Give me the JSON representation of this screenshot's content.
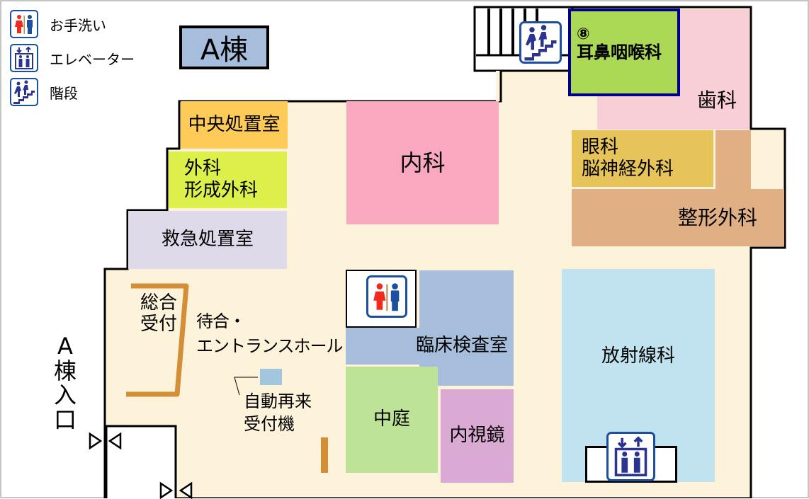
{
  "legend": {
    "items": [
      {
        "icon": "restroom-icon",
        "label": "お手洗い"
      },
      {
        "icon": "elevator-icon",
        "label": "エレベーター"
      },
      {
        "icon": "stairs-icon",
        "label": "階段"
      }
    ]
  },
  "building_label": "A棟",
  "entrance_label": "A\n棟\n入\n口",
  "rooms": {
    "ent": {
      "number": "⑧",
      "name": "耳鼻咽喉科",
      "color": "#acd955",
      "highlight_border": "#00008b"
    },
    "dental": {
      "name": "歯科",
      "color": "#f8cfd6"
    },
    "ophthalmology": {
      "name": "眼科\n脳神経外科",
      "color": "#e6c45a"
    },
    "orthopedics": {
      "name": "整形外科",
      "color": "#e0af84"
    },
    "central_treatment": {
      "name": "中央処置室",
      "color": "#fecb58"
    },
    "surgery": {
      "name": "外科\n形成外科",
      "color": "#dcef4a"
    },
    "emergency": {
      "name": "救急処置室",
      "color": "#dedaea"
    },
    "internal_medicine": {
      "name": "内科",
      "color": "#f9a8c0"
    },
    "clinical_lab": {
      "name": "臨床検査室",
      "color": "#a6bedb"
    },
    "courtyard": {
      "name": "中庭",
      "color": "#bde396"
    },
    "endoscopy": {
      "name": "内視鏡",
      "color": "#dbaad4"
    },
    "radiology": {
      "name": "放射線科",
      "color": "#c1e3ef"
    },
    "reception": {
      "name": "総合\n受付"
    },
    "waiting": {
      "name": "待合・\nエントランスホール"
    },
    "kiosk": {
      "name": "自動再来\n受付機"
    }
  },
  "colors": {
    "floor": "#fdf3db",
    "counter": "#d48e35",
    "icon_blue": "#1c4fa0",
    "figure_navy": "#2b3590",
    "female_red": "#f02a1e",
    "kiosk": "#a3c6df"
  }
}
